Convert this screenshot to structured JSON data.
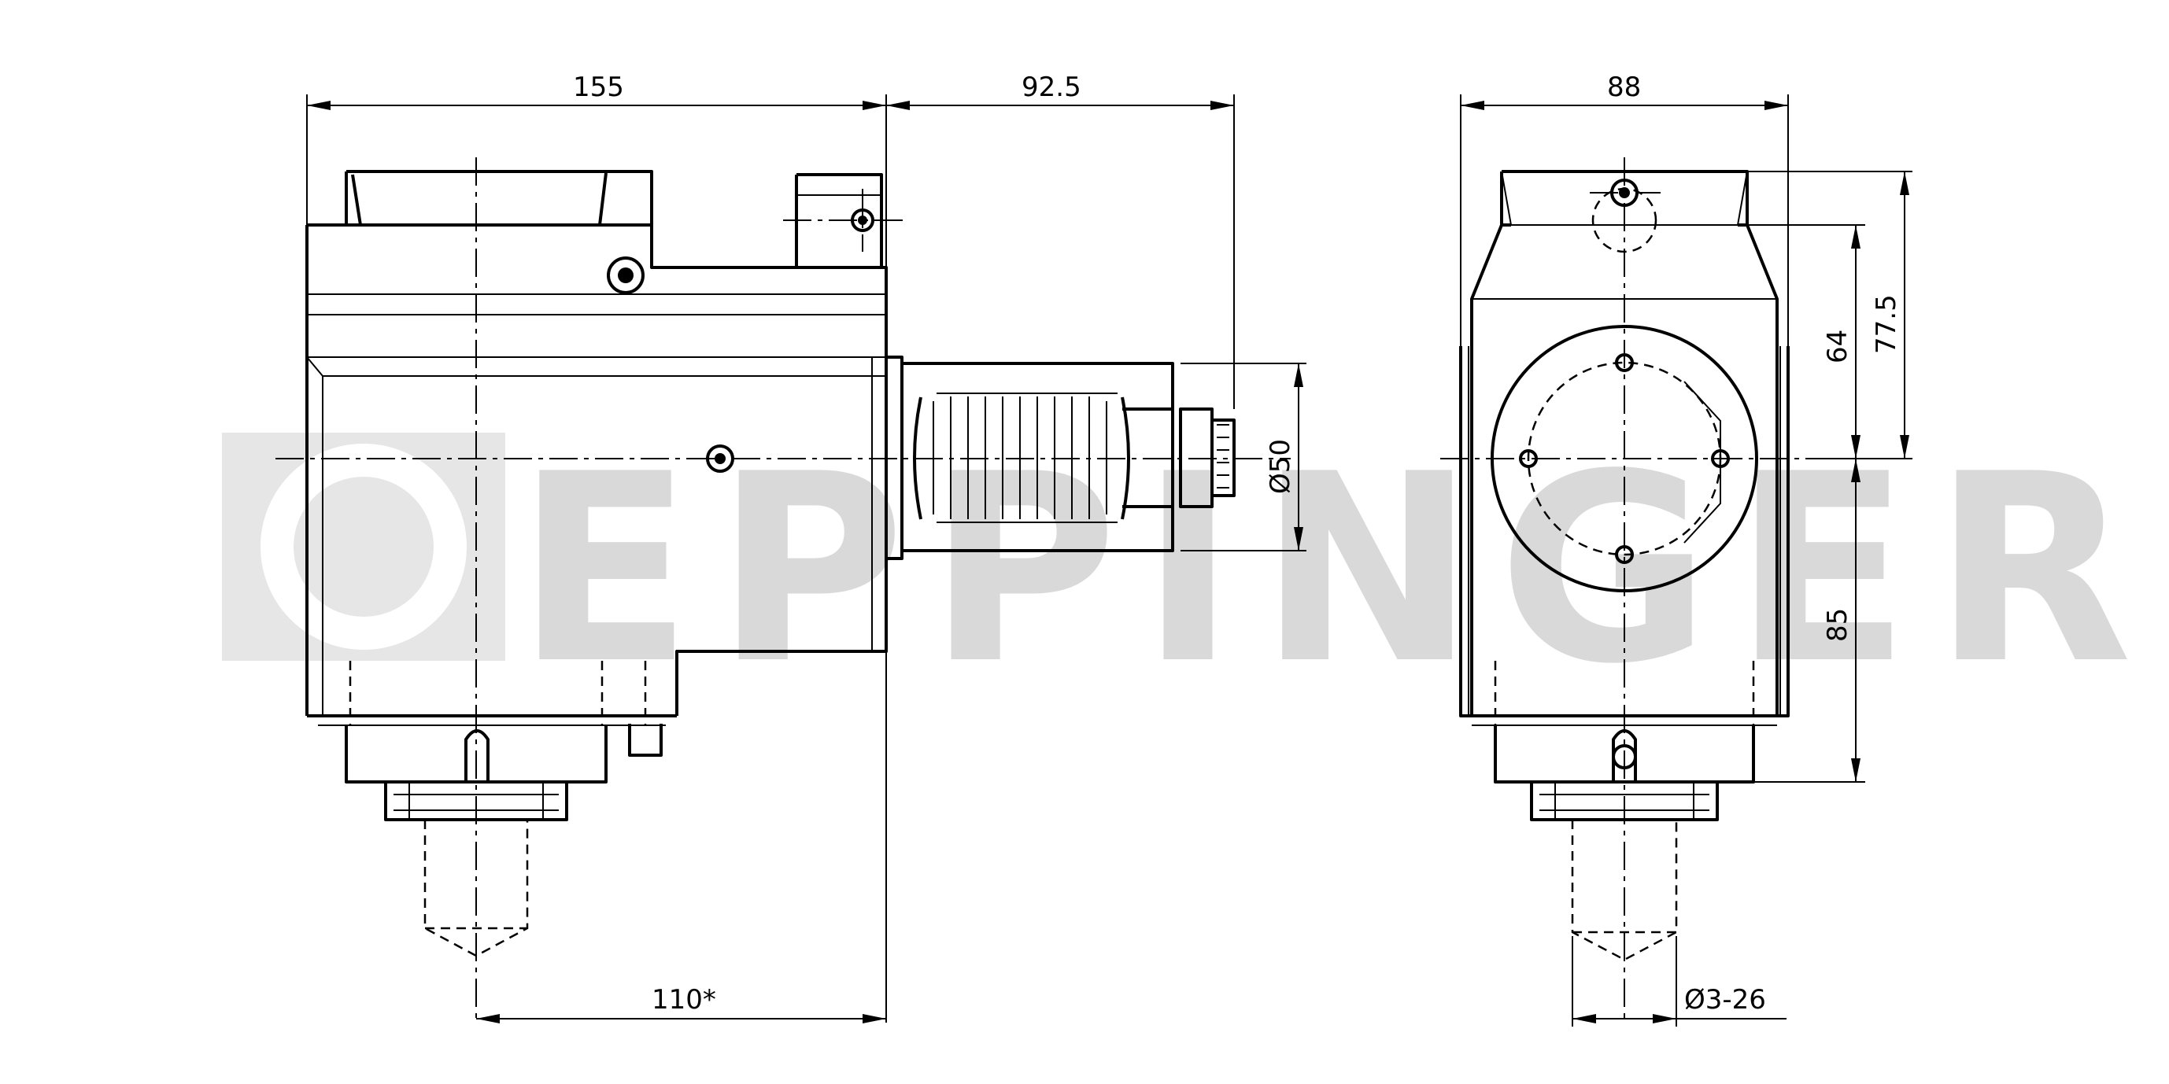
{
  "watermark": {
    "text": "EPPINGER"
  },
  "dimensions": {
    "side_width_a": "155",
    "side_width_b": "92.5",
    "shank_diameter": "Ø50",
    "side_bottom": "110*",
    "front_width": "88",
    "front_height_a": "64",
    "front_height_b": "77.5",
    "front_lower": "85",
    "collet_range": "Ø3-26"
  },
  "colors": {
    "lines": "#000000",
    "watermark": "#d9d9d9"
  }
}
